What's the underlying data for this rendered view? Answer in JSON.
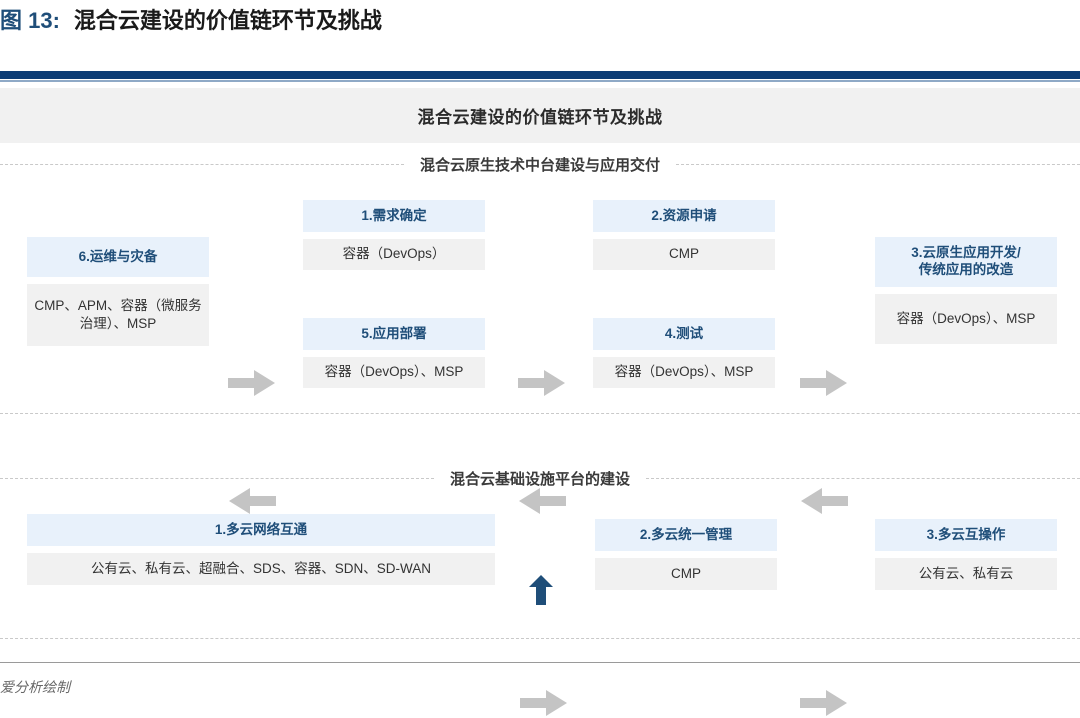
{
  "figure": {
    "number_label": "图 13:",
    "title": "混合云建设的价值链环节及挑战",
    "banner_title": "混合云建设的价值链环节及挑战",
    "source_note": "爱分析绘制"
  },
  "colors": {
    "rule_dark_blue": "#0b3c75",
    "rule_light_blue": "#8fa9c6",
    "banner_gray": "#f1f1f1",
    "box_head_blue": "#e8f1fb",
    "box_head_text": "#1f4e79",
    "box_body_gray": "#f1f1f1",
    "box_body_text": "#333333",
    "arrow_gray": "#c4c4c4",
    "arrow_blue": "#1f4e79",
    "dotted_line": "#c9c9c9"
  },
  "sections": [
    {
      "label": "混合云原生技术中台建设与应用交付"
    },
    {
      "label": "混合云基础设施平台的建设"
    }
  ],
  "upper_flow": {
    "boxes": [
      {
        "title": "1.需求确定",
        "body": "容器（DevOps）"
      },
      {
        "title": "2.资源申请",
        "body": "CMP"
      },
      {
        "title": "3.云原生应用开发/\n传统应用的改造",
        "body": "容器（DevOps）、MSP"
      },
      {
        "title": "4.测试",
        "body": "容器（DevOps）、MSP"
      },
      {
        "title": "5.应用部署",
        "body": "容器（DevOps）、MSP"
      },
      {
        "title": "6.运维与灾备",
        "body": "CMP、APM、容器（微服务治理）、MSP"
      }
    ]
  },
  "lower_flow": {
    "boxes": [
      {
        "title": "1.多云网络互通",
        "body": "公有云、私有云、超融合、SDS、容器、SDN、SD-WAN"
      },
      {
        "title": "2.多云统一管理",
        "body": "CMP"
      },
      {
        "title": "3.多云互操作",
        "body": "公有云、私有云"
      }
    ]
  },
  "arrows": {
    "right_1": "arrow-right-icon",
    "right_2": "arrow-right-icon",
    "right_3": "arrow-right-icon",
    "left_1": "arrow-left-icon",
    "left_2": "arrow-left-icon",
    "left_3": "arrow-left-icon",
    "bottom_right_1": "arrow-right-icon",
    "bottom_right_2": "arrow-right-icon",
    "up": "arrow-up-icon"
  }
}
